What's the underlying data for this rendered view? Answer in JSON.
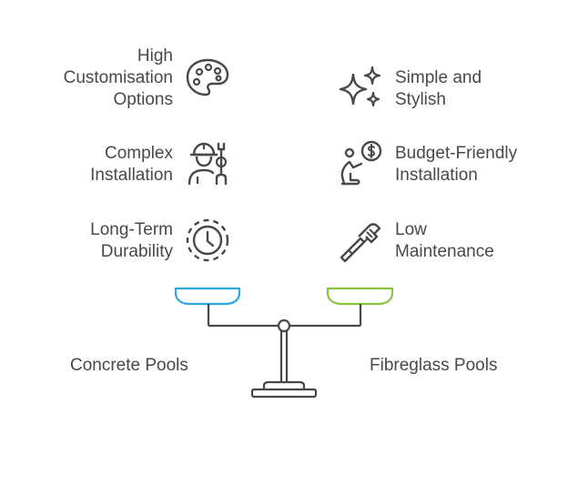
{
  "left_features": [
    {
      "label": "High\nCustomisation\nOptions",
      "icon": "palette-icon"
    },
    {
      "label": "Complex\nInstallation",
      "icon": "worker-wrench-icon"
    },
    {
      "label": "Long-Term\nDurability",
      "icon": "clock-icon"
    }
  ],
  "right_features": [
    {
      "label": "Simple and\nStylish",
      "icon": "sparkles-icon"
    },
    {
      "label": "Budget-Friendly\nInstallation",
      "icon": "person-dollar-icon"
    },
    {
      "label": "Low\nMaintenance",
      "icon": "pipe-wrench-icon"
    }
  ],
  "left_option": {
    "label": "Concrete Pools",
    "color": "#29a9d8"
  },
  "right_option": {
    "label": "Fibreglass Pools",
    "color": "#8ac33e"
  },
  "stroke_color": "#484848"
}
